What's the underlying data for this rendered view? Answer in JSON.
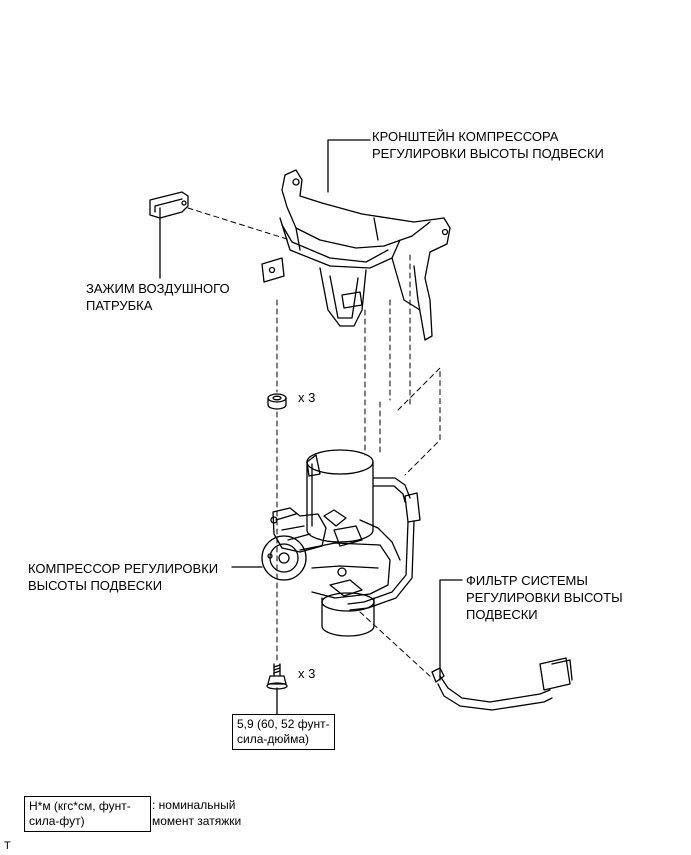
{
  "labels": {
    "bracket": "КРОНШТЕЙН КОМПРЕССОРА\nРЕГУЛИРОВКИ ВЫСОТЫ ПОДВЕСКИ",
    "clamp": "ЗАЖИМ ВОЗДУШНОГО\nПАТРУБКА",
    "compressor": "КОМПРЕССОР РЕГУЛИРОВКИ\nВЫСОТЫ ПОДВЕСКИ",
    "filter": "ФИЛЬТР СИСТЕМЫ\nРЕГУЛИРОВКИ ВЫСОТЫ\nПОДВЕСКИ"
  },
  "quantities": {
    "grommet": "x 3",
    "bolt": "x 3"
  },
  "torque_spec": "5,9 (60, 52 фунт-\nсила-дюйма)",
  "legend": {
    "units": "Н*м (кгс*см, фунт-\nсила-фут)",
    "meaning": ": номинальный\nмомент затяжки"
  },
  "corner_mark": "T"
}
